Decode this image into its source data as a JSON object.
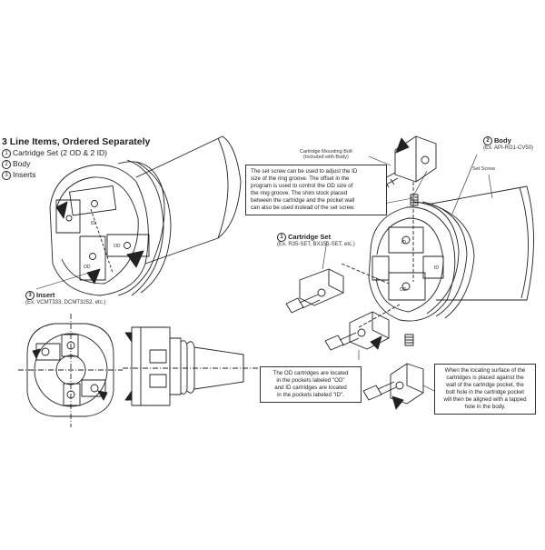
{
  "heading": "3 Line Items, Ordered Separately",
  "line_items": [
    {
      "num": "1",
      "label": "Cartridge Set (2 OD & 2 ID)"
    },
    {
      "num": "2",
      "label": "Body"
    },
    {
      "num": "3",
      "label": "Inserts"
    }
  ],
  "callouts": {
    "insert": {
      "num": "3",
      "title": "Insert",
      "sub": "(Ex. VCMT333, DCMT3252, etc.)"
    },
    "cartridge_set": {
      "num": "1",
      "title": "Cartridge Set",
      "sub": "(Ex. R35-SET, BX151-SET, etc.)"
    },
    "body": {
      "num": "2",
      "title": "Body",
      "sub": "(Ex. API-RG1-CV50)"
    },
    "mounting_bolt": {
      "line1": "Cartridge Mounting Bolt",
      "line2": "(Included with Body)"
    },
    "set_screw": "Set Screw"
  },
  "notes": {
    "set_screw_note": [
      "The set screw can be used to adjust the ID",
      "size of the ring groove. The offset in the",
      "program is used to control the OD size of",
      "the ring groove. The shim stock placed",
      "between the cartridge and the pocket wall",
      "can also be used instead of the set screw."
    ],
    "pockets_note": [
      "The OD cartridges are located",
      "in the pockets labeled \"OD\"",
      "and ID cartridges are located",
      "in the pockets labeled \"ID\"."
    ],
    "locating_note": [
      "When the locating surface of the",
      "cartridges is placed against the",
      "wall of the cartridge pocket, the",
      "bolt hole in the cartridge pocket",
      "will then be aligned with a tapped",
      "hole in the body."
    ]
  },
  "part_marks": [
    "ID",
    "OD",
    "OD",
    "ID",
    "ID",
    "OD"
  ],
  "colors": {
    "line": "#222222",
    "paper": "#ffffff"
  }
}
